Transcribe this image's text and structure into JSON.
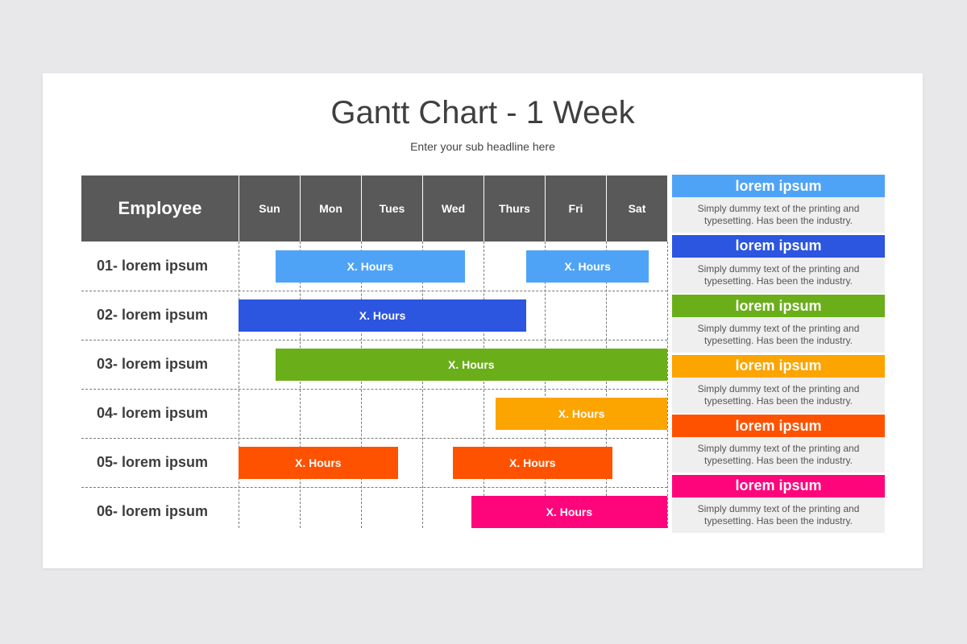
{
  "title": "Gantt Chart - 1 Week",
  "subtitle": "Enter your sub headline here",
  "table": {
    "employee_header": "Employee"
  },
  "chart_data": {
    "type": "gantt",
    "days": [
      "Sun",
      "Mon",
      "Tues",
      "Wed",
      "Thurs",
      "Fri",
      "Sat"
    ],
    "rows": [
      {
        "label": "01- lorem ipsum",
        "bars": [
          {
            "start": 0.6,
            "end": 3.7,
            "label": "X. Hours",
            "color": "#4fa3f7"
          },
          {
            "start": 4.7,
            "end": 6.7,
            "label": "X. Hours",
            "color": "#4fa3f7"
          }
        ]
      },
      {
        "label": "02- lorem ipsum",
        "bars": [
          {
            "start": 0.0,
            "end": 4.7,
            "label": "X. Hours",
            "color": "#2c55e0"
          }
        ]
      },
      {
        "label": "03- lorem ipsum",
        "bars": [
          {
            "start": 0.6,
            "end": 7.0,
            "label": "X. Hours",
            "color": "#6aae1a"
          }
        ]
      },
      {
        "label": "04- lorem ipsum",
        "bars": [
          {
            "start": 4.2,
            "end": 7.0,
            "label": "X. Hours",
            "color": "#fca400"
          }
        ]
      },
      {
        "label": "05- lorem ipsum",
        "bars": [
          {
            "start": 0.0,
            "end": 2.6,
            "label": "X. Hours",
            "color": "#fe5200"
          },
          {
            "start": 3.5,
            "end": 6.1,
            "label": "X. Hours",
            "color": "#fe5200"
          }
        ]
      },
      {
        "label": "06- lorem ipsum",
        "bars": [
          {
            "start": 3.8,
            "end": 7.0,
            "label": "X. Hours",
            "color": "#ff057c"
          }
        ]
      }
    ]
  },
  "legend": [
    {
      "title": "lorem ipsum",
      "text": "Simply dummy text of the printing and typesetting. Has been the industry.",
      "color": "#4fa3f7"
    },
    {
      "title": "lorem ipsum",
      "text": "Simply dummy text of the printing and typesetting. Has been the industry.",
      "color": "#2c55e0"
    },
    {
      "title": "lorem ipsum",
      "text": "Simply dummy text of the printing and typesetting. Has been the industry.",
      "color": "#6aae1a"
    },
    {
      "title": "lorem ipsum",
      "text": "Simply dummy text of the printing and typesetting. Has been the industry.",
      "color": "#fca400"
    },
    {
      "title": "lorem ipsum",
      "text": "Simply dummy text of the printing and typesetting. Has been the industry.",
      "color": "#fe5200"
    },
    {
      "title": "lorem ipsum",
      "text": "Simply dummy text of the printing and typesetting. Has been the industry.",
      "color": "#ff057c"
    }
  ]
}
